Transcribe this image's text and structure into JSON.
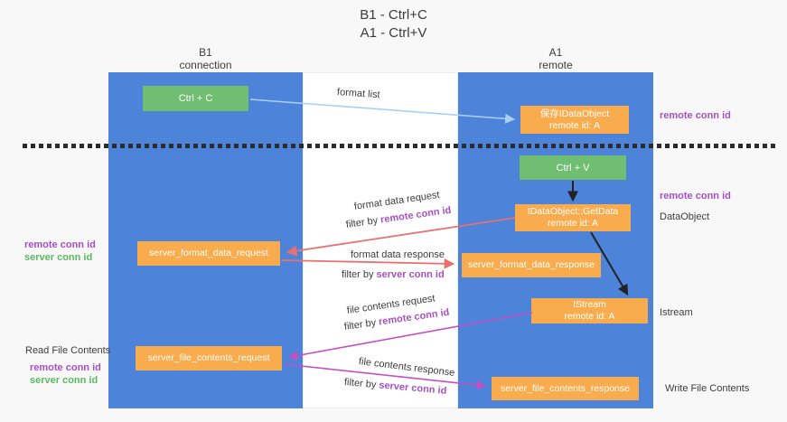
{
  "title": {
    "line1": "B1 - Ctrl+C",
    "line2": "A1 - Ctrl+V"
  },
  "lifelines": {
    "left": {
      "name": "B1",
      "role": "connection"
    },
    "right": {
      "name": "A1",
      "role": "remote"
    }
  },
  "nodes": {
    "ctrl_c": {
      "label": "Ctrl + C"
    },
    "ctrl_v": {
      "label": "Ctrl + V"
    },
    "save_dataobject": {
      "line1": "保存IDataObject",
      "line2": "remote id: A"
    },
    "getdata": {
      "line1": "IDataObject::GetData",
      "line2": "remote id: A"
    },
    "istream": {
      "line1": "IStream",
      "line2": "remote id: A"
    },
    "format_request": {
      "label": "server_format_data_request"
    },
    "format_response": {
      "label": "server_format_data_response"
    },
    "file_request": {
      "label": "server_file_contents_request"
    },
    "file_response": {
      "label": "server_file_contents_response"
    }
  },
  "arrows": {
    "format_list": {
      "label": "format list"
    },
    "format_request": {
      "label": "format data request",
      "filter_prefix": "filter by ",
      "filter_key": "remote conn id"
    },
    "format_response": {
      "label": "format data response",
      "filter_prefix": "filter by ",
      "filter_key": "server conn id"
    },
    "file_request": {
      "label": "file contents request",
      "filter_prefix": "filter by ",
      "filter_key": "remote conn id"
    },
    "file_response": {
      "label": "file contents response",
      "filter_prefix": "filter by ",
      "filter_key": "server conn id"
    }
  },
  "annotations": {
    "right_conn_id_top": "remote conn id",
    "right_conn_id_mid": "remote conn id",
    "dataobject": "DataObject",
    "istream": "Istream",
    "write_file": "Write File Contents",
    "left_remote_top": "remote conn id",
    "left_server_top": "server conn id",
    "read_file": "Read File Contents",
    "left_remote_bottom": "remote conn id",
    "left_server_bottom": "server conn id"
  },
  "colors": {
    "lane_blue": "#4d83d8",
    "node_green": "#6fbe71",
    "node_orange": "#f9ac4d",
    "text_purple": "#a750c4",
    "text_green": "#5db863",
    "arrow_salmon": "#e9706e",
    "arrow_magenta": "#c44fc4",
    "arrow_lightblue": "#a6d1f2",
    "arrow_black": "#222222"
  }
}
